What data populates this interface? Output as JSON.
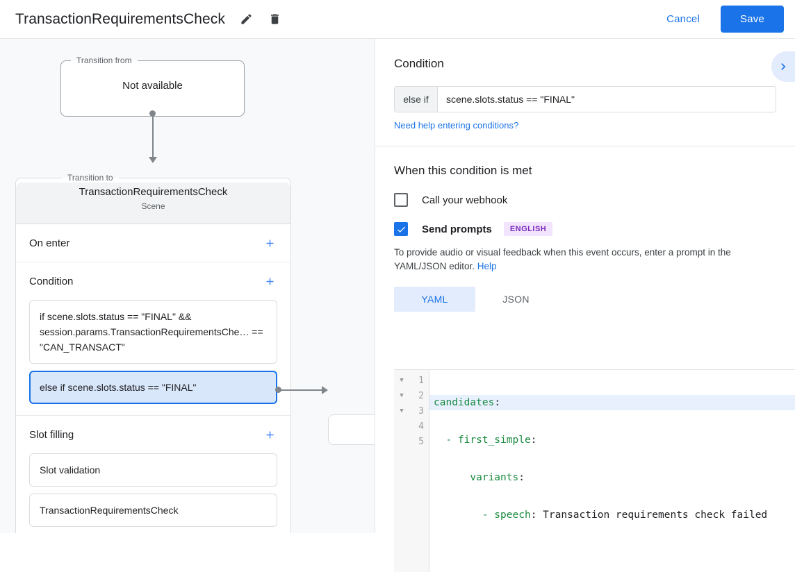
{
  "topbar": {
    "title": "TransactionRequirementsCheck",
    "edit_icon": "pencil-icon",
    "delete_icon": "trash-icon",
    "cancel_label": "Cancel",
    "save_label": "Save",
    "accent_color": "#1a73e8"
  },
  "graph": {
    "transition_from": {
      "legend": "Transition from",
      "value": "Not available"
    },
    "transition_to": {
      "legend": "Transition to",
      "scene_name": "TransactionRequirementsCheck",
      "scene_type": "Scene"
    },
    "sections": [
      {
        "title": "On enter",
        "add_label": "+",
        "items": []
      },
      {
        "title": "Condition",
        "add_label": "+",
        "items": [
          {
            "text": "if scene.slots.status == \"FINAL\" && session.params.TransactionRequirementsChe… == \"CAN_TRANSACT\"",
            "selected": false
          },
          {
            "text": "else if scene.slots.status == \"FINAL\"",
            "selected": true
          }
        ]
      },
      {
        "title": "Slot filling",
        "add_label": "+",
        "items": [
          {
            "text": "Slot validation",
            "selected": false
          },
          {
            "text": "TransactionRequirementsCheck",
            "selected": false
          }
        ]
      }
    ]
  },
  "detail": {
    "panel_title": "Condition",
    "collapse_icon": "chevron-right-icon",
    "condition": {
      "prefix": "else if",
      "value": "scene.slots.status == \"FINAL\"",
      "placeholder": "",
      "help_link": "Need help entering conditions?"
    },
    "when_met": {
      "heading": "When this condition is met",
      "webhook": {
        "label": "Call your webhook",
        "checked": false
      },
      "send_prompts": {
        "label": "Send prompts",
        "checked": true,
        "badge": "ENGLISH",
        "badge_bg": "#f3e4fd",
        "badge_fg": "#7627bb"
      },
      "hint_text": "To provide audio or visual feedback when this event occurs, enter a prompt in the YAML/JSON editor. ",
      "hint_link": "Help"
    },
    "editor": {
      "tabs": [
        {
          "label": "YAML",
          "active": true
        },
        {
          "label": "JSON",
          "active": false
        }
      ],
      "lines": [
        {
          "no": "1",
          "fold": true,
          "highlight": true,
          "key": "candidates",
          "indent": "",
          "rest": ":",
          "value": ""
        },
        {
          "no": "2",
          "fold": true,
          "highlight": false,
          "key": "- first_simple",
          "indent": "  ",
          "rest": ":",
          "value": ""
        },
        {
          "no": "3",
          "fold": true,
          "highlight": false,
          "key": "variants",
          "indent": "      ",
          "rest": ":",
          "value": ""
        },
        {
          "no": "4",
          "fold": false,
          "highlight": false,
          "key": "- speech",
          "indent": "        ",
          "rest": ":",
          "value": " Transaction requirements check failed"
        },
        {
          "no": "5",
          "fold": false,
          "highlight": false,
          "key": "",
          "indent": "",
          "rest": "",
          "value": ""
        }
      ]
    }
  }
}
